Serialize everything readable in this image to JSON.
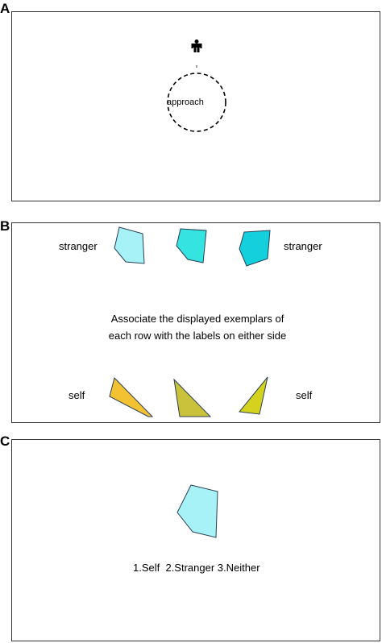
{
  "panels": {
    "a": {
      "letter": "A",
      "circle_label": "approach"
    },
    "b": {
      "letter": "B",
      "top_left_label": "stranger",
      "top_right_label": "stranger",
      "bottom_left_label": "self",
      "bottom_right_label": "self",
      "instruction_line1": "Associate the displayed exemplars of",
      "instruction_line2": "each row with the labels on either side"
    },
    "c": {
      "letter": "C",
      "options_text": "1.Self  2.Stranger 3.Neither"
    }
  },
  "colors": {
    "light_cyan": "#a6f2f6",
    "cyan": "#35e3e0",
    "deep_cyan": "#14cfdc",
    "gold": "#f3c233",
    "olive": "#c9c23a",
    "yellow_green": "#d4d21f",
    "outline": "#2a3f55"
  },
  "icons": {
    "person": "person-icon"
  }
}
